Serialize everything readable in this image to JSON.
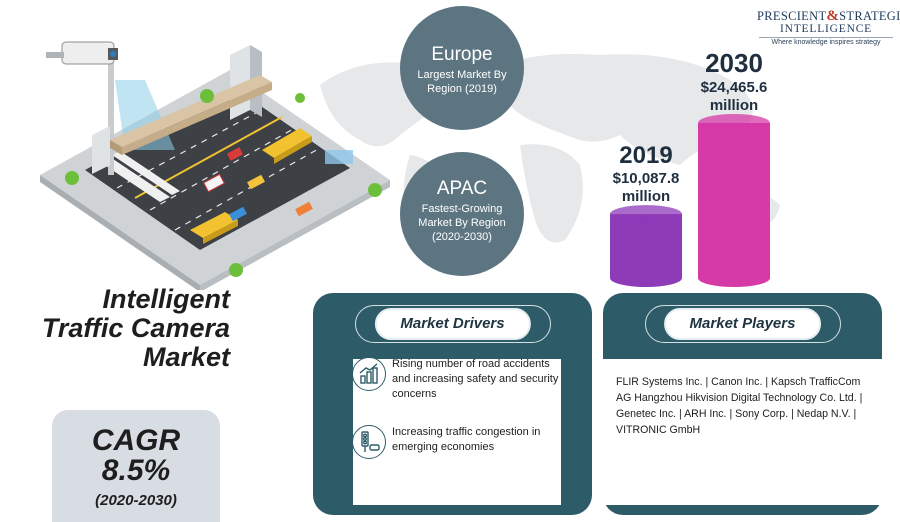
{
  "logo": {
    "line1_a": "PRESCIENT",
    "amp": "&",
    "line1_b": "STRATEGIC",
    "line2": "INTELLIGENCE",
    "tagline": "Where knowledge inspires strategy"
  },
  "regions": [
    {
      "name": "Europe",
      "desc": "Largest Market By Region (2019)"
    },
    {
      "name": "APAC",
      "desc": "Fastest-Growing Market By Region (2020-2030)"
    }
  ],
  "chart_data": {
    "type": "bar",
    "categories": [
      "2019",
      "2030"
    ],
    "values": [
      10087.8,
      24465.6
    ],
    "value_labels": [
      "$10,087.8\nmillion",
      "$24,465.6\nmillion"
    ],
    "colors": [
      "#8e3bb8",
      "#d63aa7"
    ]
  },
  "title": "Intelligent Traffic Camera Market",
  "cagr": {
    "label": "CAGR",
    "value": "8.5%",
    "period": "(2020-2030)"
  },
  "drivers": {
    "heading": "Market Drivers",
    "items": [
      {
        "icon": "bar-growth-icon",
        "text": "Rising number of road accidents and increasing safety and security concerns"
      },
      {
        "icon": "traffic-light-car-icon",
        "text": "Increasing traffic congestion in emerging economies"
      }
    ]
  },
  "players": {
    "heading": "Market Players",
    "text": "FLIR Systems Inc. | Canon Inc. | Kapsch TrafficCom AG Hangzhou Hikvision Digital Technology Co. Ltd. | Genetec Inc. | ARH Inc. | Sony Corp. | Nedap N.V. | VITRONIC GmbH"
  },
  "colors": {
    "panel": "#2d5c68",
    "region_circle": "#5d7581",
    "cagr_box": "#d7dde3",
    "bar_2019": "#8e3bb8",
    "bar_2030": "#d63aa7"
  }
}
